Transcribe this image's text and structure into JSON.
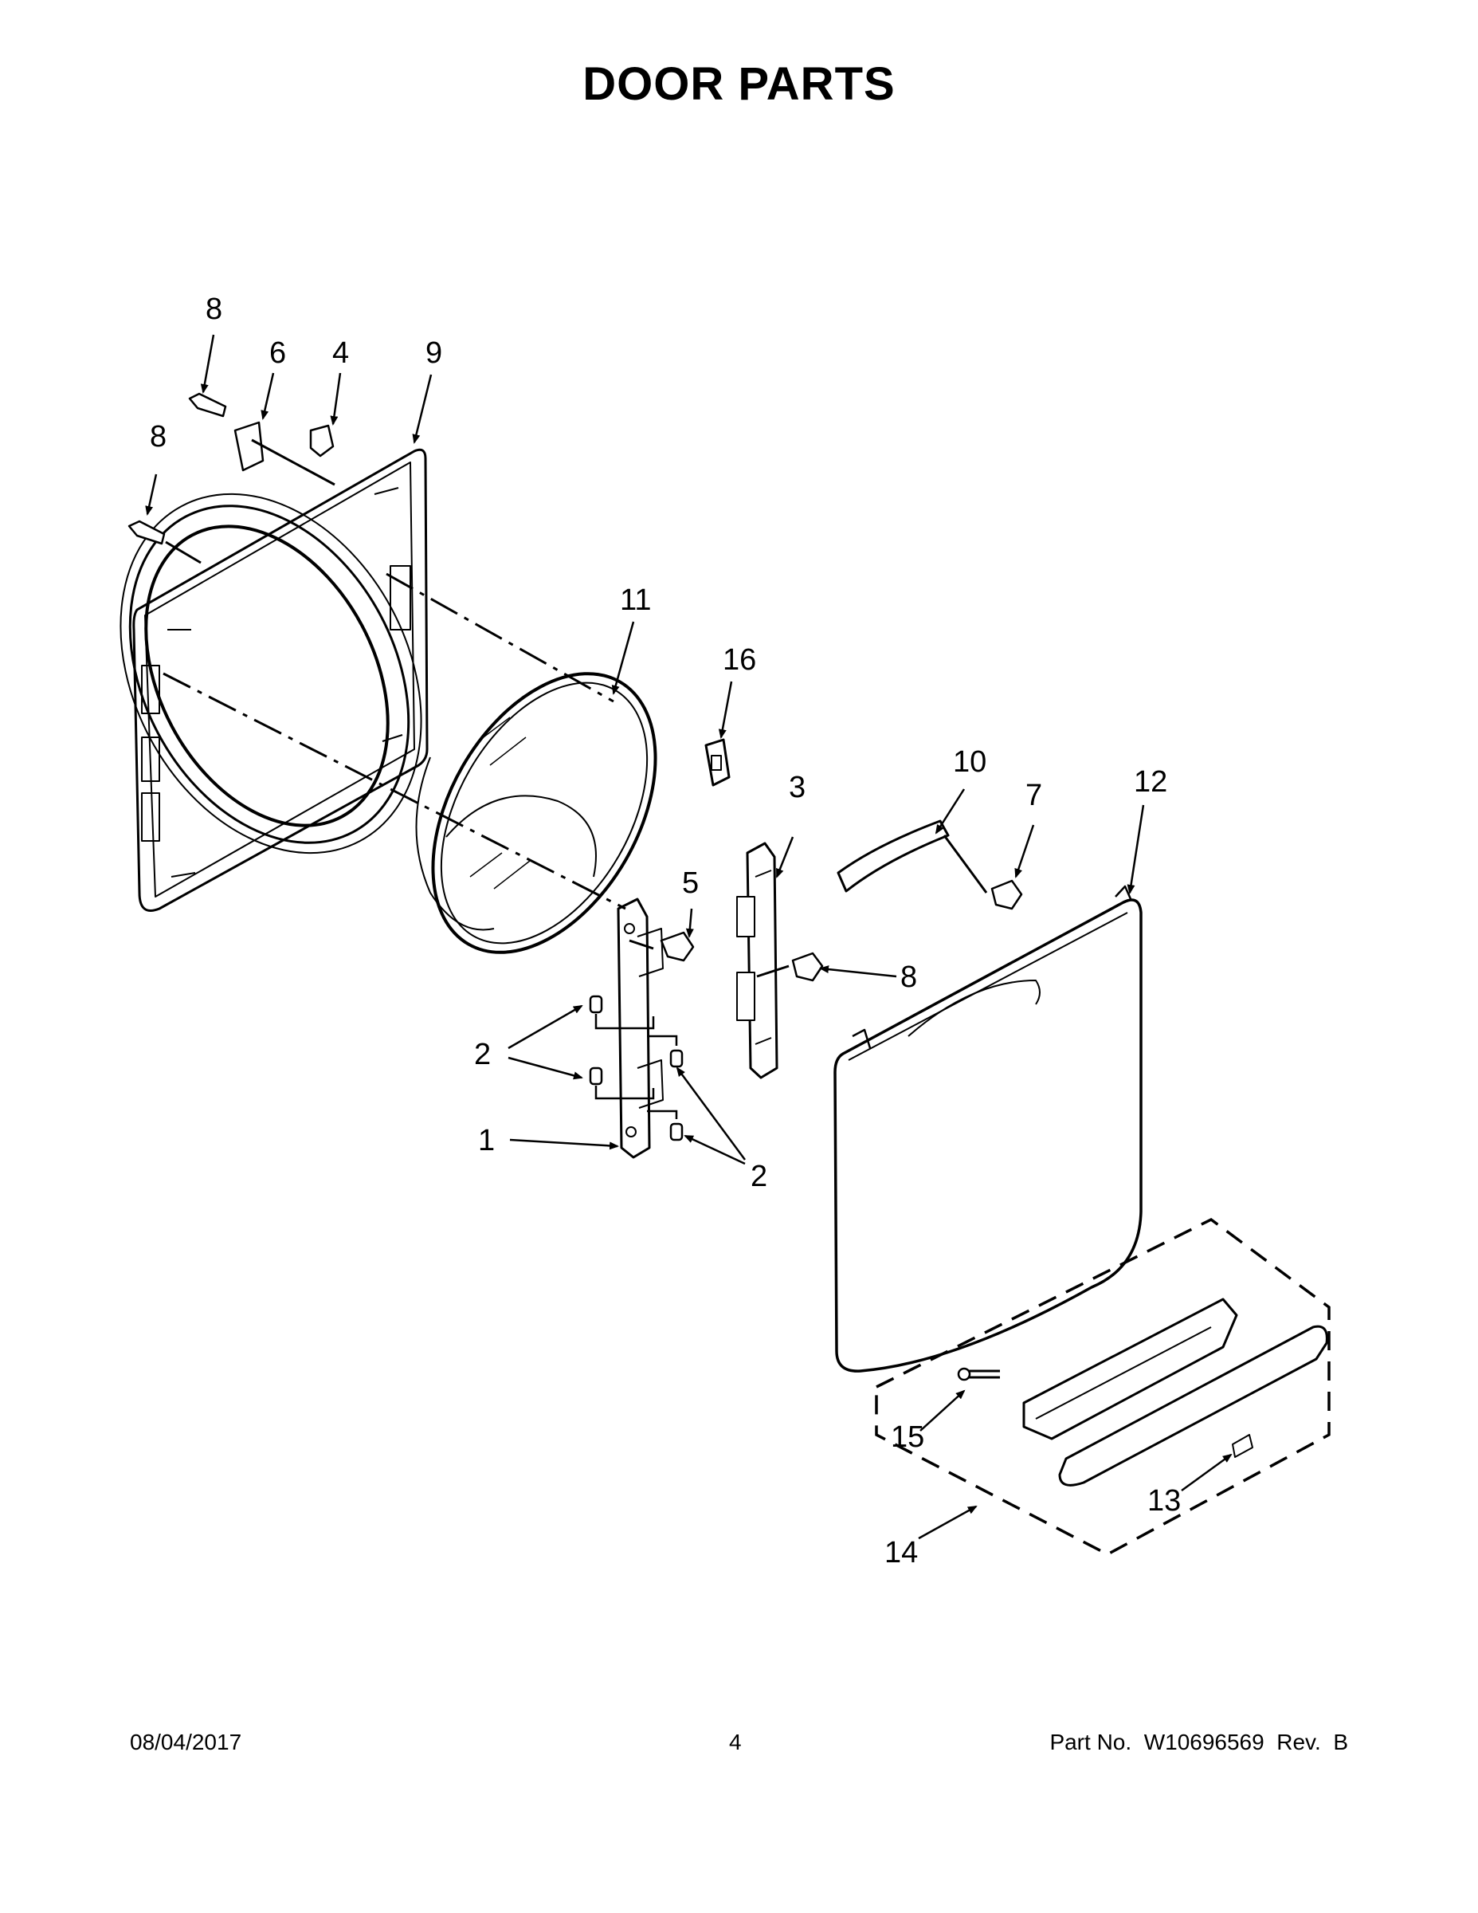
{
  "title": "DOOR PARTS",
  "callouts": {
    "c1": "1",
    "c2a": "2",
    "c2b": "2",
    "c3": "3",
    "c4": "4",
    "c5": "5",
    "c6": "6",
    "c7": "7",
    "c8a": "8",
    "c8b": "8",
    "c8c": "8",
    "c9": "9",
    "c10": "10",
    "c11": "11",
    "c12": "12",
    "c13": "13",
    "c14": "14",
    "c15": "15",
    "c16": "16"
  },
  "footer": {
    "date": "08/04/2017",
    "page": "4",
    "part": "Part No.  W10696569  Rev.  B"
  }
}
